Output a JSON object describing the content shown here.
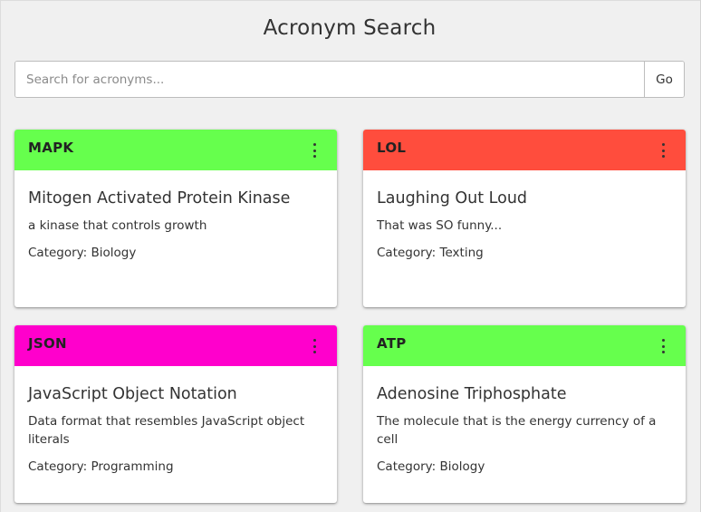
{
  "page": {
    "title": "Acronym Search"
  },
  "search": {
    "placeholder": "Search for acronyms...",
    "value": "",
    "go_label": "Go"
  },
  "category_prefix": "Category: ",
  "cards": [
    {
      "acronym": "MAPK",
      "expansion": "Mitogen Activated Protein Kinase",
      "description": "a kinase that controls growth",
      "category": "Biology",
      "category_line": "Category: Biology",
      "header_color": "#66ff4d"
    },
    {
      "acronym": "LOL",
      "expansion": "Laughing Out Loud",
      "description": "That was SO funny...",
      "category": "Texting",
      "category_line": "Category: Texting",
      "header_color": "#ff4d3d"
    },
    {
      "acronym": "JSON",
      "expansion": "JavaScript Object Notation",
      "description": "Data format that resembles JavaScript object literals",
      "category": "Programming",
      "category_line": "Category: Programming",
      "header_color": "#ff00cc"
    },
    {
      "acronym": "ATP",
      "expansion": "Adenosine Triphosphate",
      "description": "The molecule that is the energy currency of a cell",
      "category": "Biology",
      "category_line": "Category: Biology",
      "header_color": "#66ff4d"
    }
  ],
  "icons": {
    "card_menu": "more-vertical-icon"
  }
}
